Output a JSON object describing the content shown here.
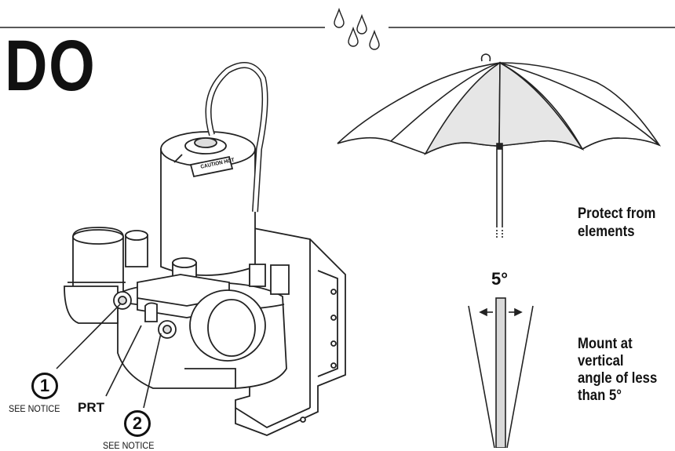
{
  "title": "DO",
  "callouts": [
    {
      "number": "1",
      "note": "SEE NOTICE"
    },
    {
      "number": "2",
      "note": "SEE NOTICE"
    }
  ],
  "prt_label": "PRT",
  "pump_tag": "CAUTION HOT",
  "right_panel": {
    "protect_line1": "Protect from",
    "protect_line2": "elements",
    "angle_value": "5°",
    "mount_line1": "Mount at",
    "mount_line2": "vertical",
    "mount_line3": "angle of less",
    "mount_line4": "than 5°"
  },
  "icons": [
    "raindrops-icon",
    "umbrella-icon"
  ]
}
